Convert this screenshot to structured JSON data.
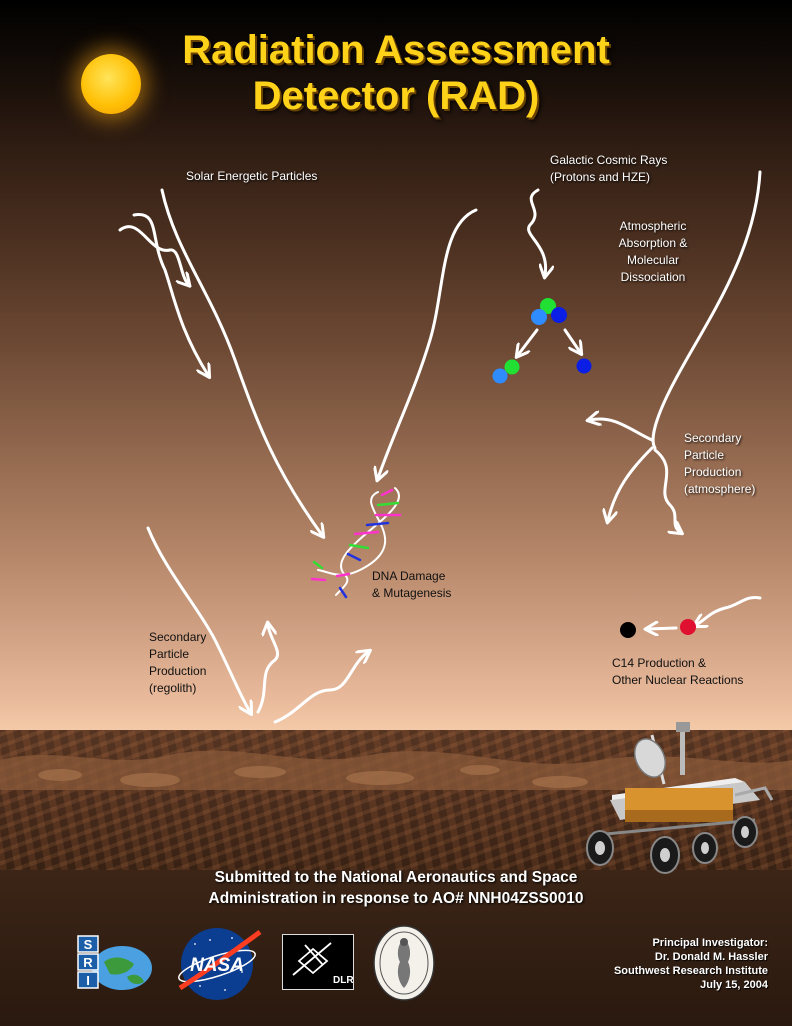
{
  "title": {
    "line1": "Radiation Assessment",
    "line2": "Detector (RAD)"
  },
  "labels": {
    "solar_particles": "Solar Energetic Particles",
    "gcr_line1": "Galactic Cosmic Rays",
    "gcr_line2": "(Protons and HZE)",
    "absorption_line1": "Atmospheric",
    "absorption_line2": "Absorption &",
    "absorption_line3": "Molecular",
    "absorption_line4": "Dissociation",
    "secondary_atm_line1": "Secondary",
    "secondary_atm_line2": "Particle",
    "secondary_atm_line3": "Production",
    "secondary_atm_line4": "(atmosphere)",
    "dna_line1": "DNA Damage",
    "dna_line2": "& Mutagenesis",
    "secondary_reg_line1": "Secondary",
    "secondary_reg_line2": "Particle",
    "secondary_reg_line3": "Production",
    "secondary_reg_line4": "(regolith)",
    "c14_line1": "C14 Production &",
    "c14_line2": "Other Nuclear Reactions"
  },
  "submission": {
    "line1": "Submitted to the National Aeronautics and Space",
    "line2": "Administration in response to AO# NNH04ZSS0010"
  },
  "principal_investigator": {
    "role": "Principal Investigator:",
    "name": "Dr. Donald M. Hassler",
    "institution": "Southwest Research Institute",
    "date": "July 15, 2004"
  },
  "logos": {
    "swri": "SwRI",
    "nasa": "NASA",
    "dlr": "DLR"
  },
  "colors": {
    "title": "#ffd21a",
    "arrow": "#ffffff",
    "particle_green": "#22e033",
    "particle_light_blue": "#2f8cff",
    "particle_blue": "#0a1ee6",
    "particle_red": "#e01030",
    "particle_black": "#000000",
    "dna_magenta": "#ff33cc",
    "dna_green": "#33dd33",
    "dna_blue": "#2233dd"
  }
}
